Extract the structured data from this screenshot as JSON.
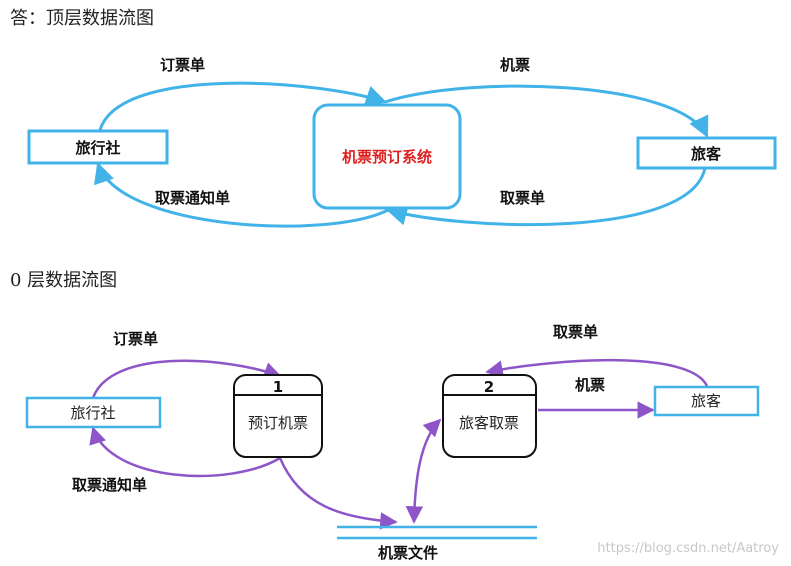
{
  "headings": {
    "top": "答：顶层数据流图",
    "level0": "0 层数据流图"
  },
  "top_diagram": {
    "entities": {
      "travel_agency": "旅行社",
      "passenger": "旅客"
    },
    "system": "机票预订系统",
    "flows": {
      "order": "订票单",
      "ticket": "机票",
      "pickup_notice": "取票通知单",
      "pickup_form": "取票单"
    },
    "colors": {
      "arrow": "#41b3e8",
      "system_text": "#e02020"
    }
  },
  "level0_diagram": {
    "entities": {
      "travel_agency": "旅行社",
      "passenger": "旅客"
    },
    "processes": [
      {
        "number": "1",
        "name": "预订机票"
      },
      {
        "number": "2",
        "name": "旅客取票"
      }
    ],
    "datastore": "机票文件",
    "flows": {
      "order": "订票单",
      "pickup_notice": "取票通知单",
      "pickup_form": "取票单",
      "ticket": "机票"
    },
    "colors": {
      "arrow": "#8e55c8",
      "box": "#41b3e8"
    }
  },
  "watermark": "https://blog.csdn.net/Aatroy"
}
